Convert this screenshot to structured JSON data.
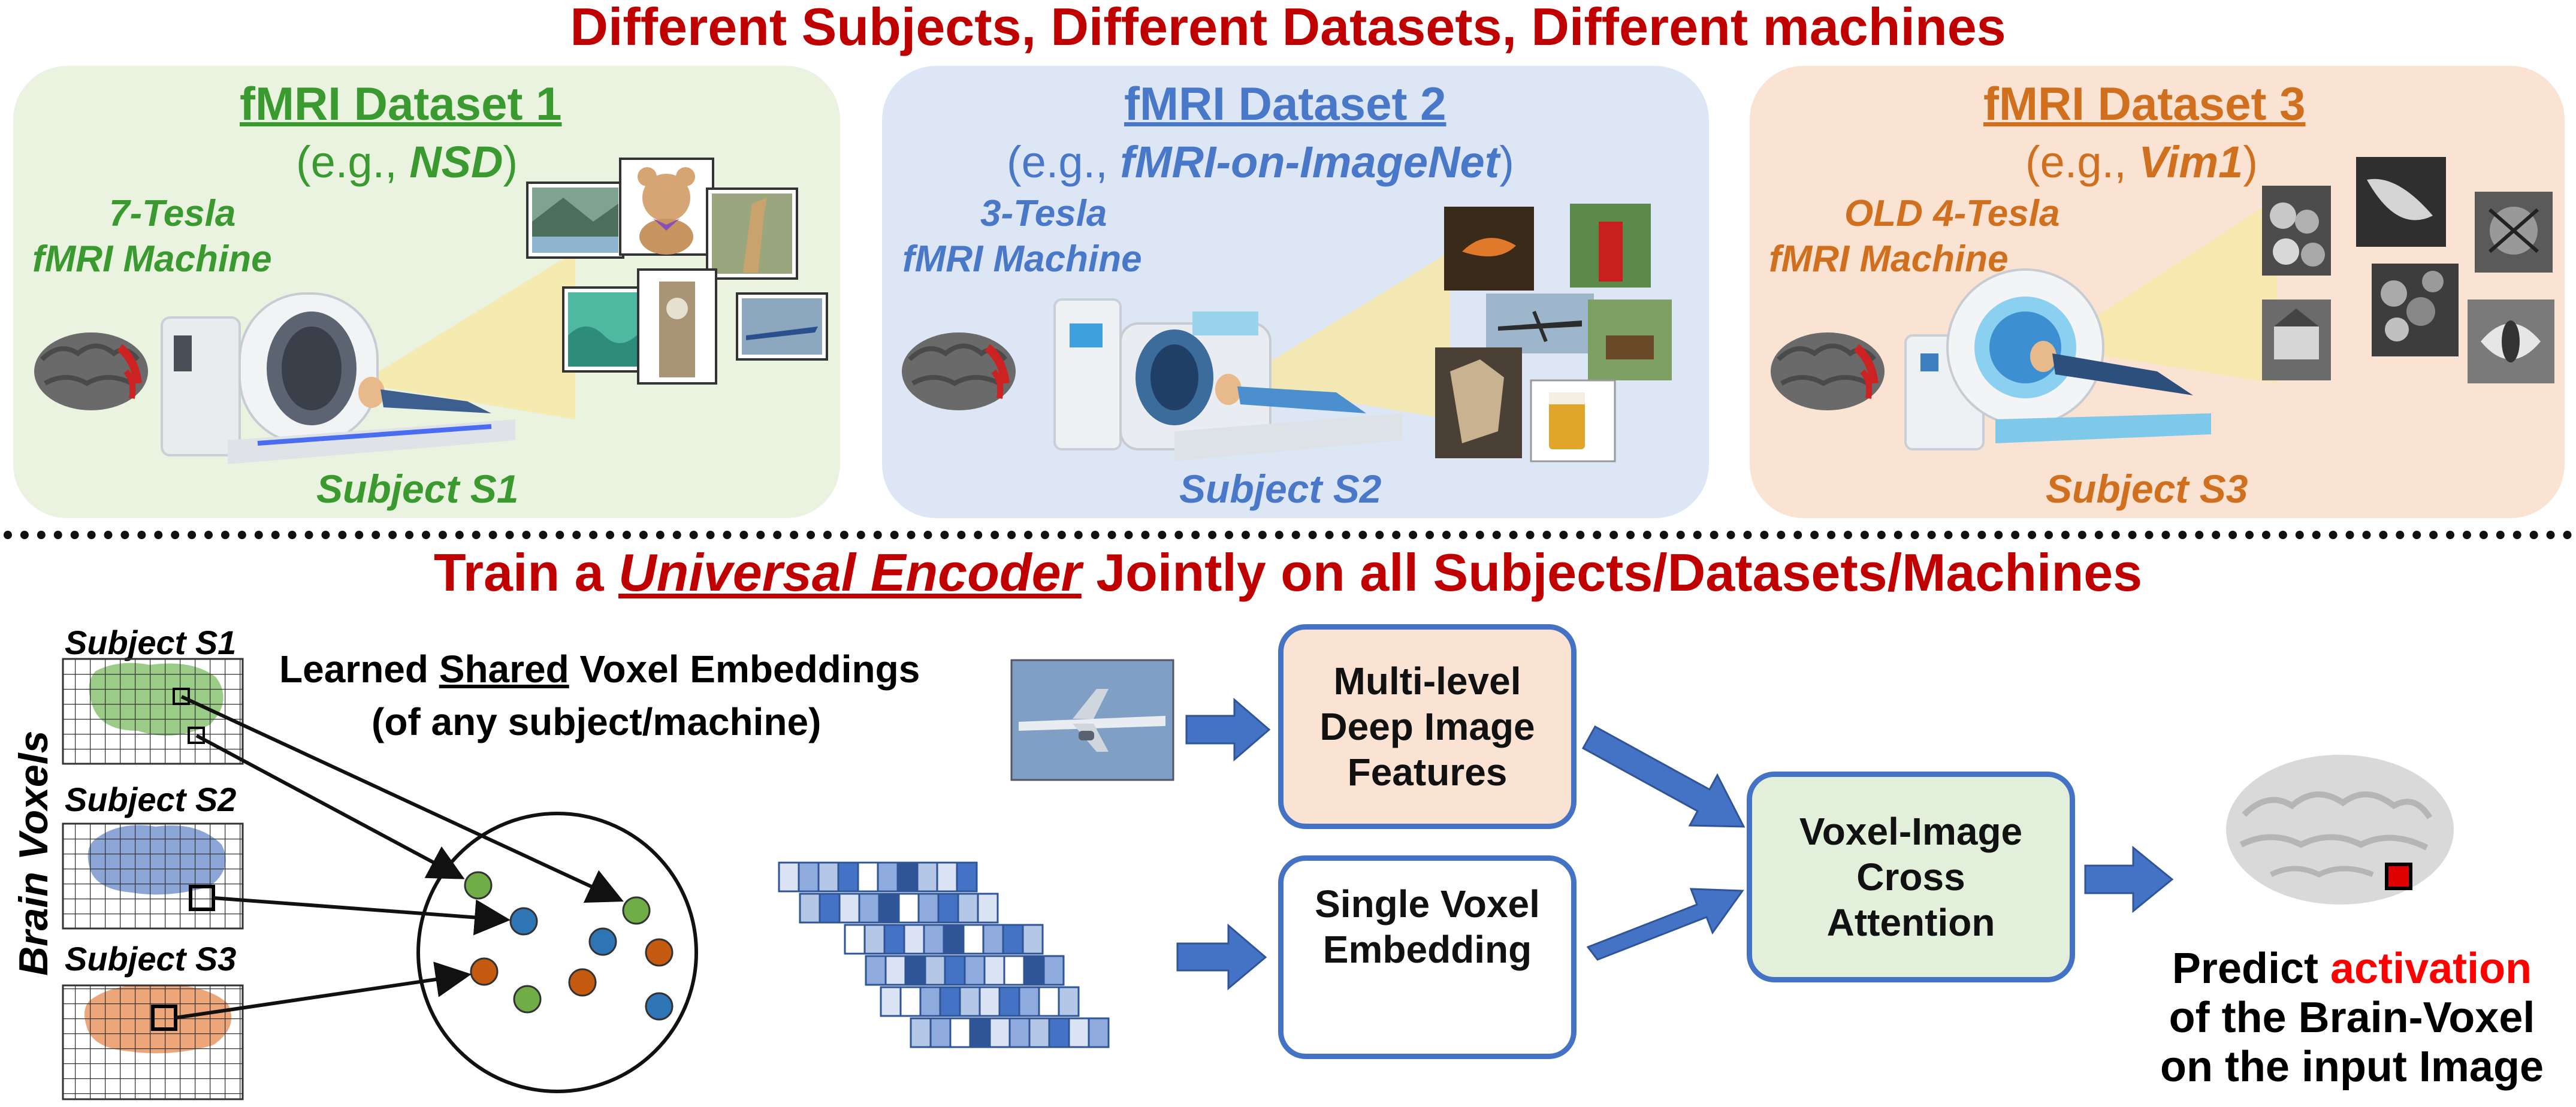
{
  "top_title": "Different Subjects, Different Datasets, Different machines",
  "datasets": [
    {
      "title": "fMRI Dataset 1",
      "example_prefix": "(e.g., ",
      "example_name": "NSD",
      "example_suffix": ")",
      "machine_line1": "7-Tesla",
      "machine_line2": "fMRI Machine",
      "subject": "Subject S1",
      "color": "#3a9a2f",
      "bg": "#e9f3df"
    },
    {
      "title": "fMRI Dataset 2",
      "example_prefix": "(e.g., ",
      "example_name": "fMRI-on-ImageNet",
      "example_suffix": ")",
      "machine_line1": "3-Tesla",
      "machine_line2": "fMRI Machine",
      "subject": "Subject S2",
      "color": "#4a78c8",
      "bg": "#dce6f5"
    },
    {
      "title": "fMRI Dataset 3",
      "example_prefix": "(e.g., ",
      "example_name": "Vim1",
      "example_suffix": ")",
      "machine_line1": "OLD 4-Tesla",
      "machine_line2": "fMRI Machine",
      "subject": "Subject S3",
      "color": "#d0701e",
      "bg": "#fbe3d4"
    }
  ],
  "bottom_title": {
    "prefix": "Train a ",
    "emphasis": "Universal Encoder",
    "suffix": " Jointly on all Subjects/Datasets/Machines"
  },
  "brain_voxels_label": "Brain Voxels",
  "voxel_subjects": [
    "Subject S1",
    "Subject S2",
    "Subject S3"
  ],
  "embeddings_label": {
    "line1_prefix": "Learned ",
    "line1_underlined": "Shared",
    "line1_suffix": " Voxel Embeddings",
    "line2": "(of any subject/machine)"
  },
  "boxes": {
    "features": "Multi-level Deep Image Features",
    "single_voxel": "Single Voxel Embedding",
    "cross_attention": "Voxel-Image Cross Attention"
  },
  "prediction": {
    "line1_prefix": "Predict ",
    "line1_highlight": "activation",
    "line2": "of the Brain-Voxel",
    "line3": "on the input Image"
  },
  "colors": {
    "title_red": "#c00000",
    "box_border": "#4472c4",
    "features_bg": "#fbe3d4",
    "cross_bg": "#e2efda",
    "arrow_blue": "#4472c4",
    "dot_green": "#70ad47",
    "dot_blue": "#2e75b6",
    "dot_orange": "#c55a11"
  }
}
